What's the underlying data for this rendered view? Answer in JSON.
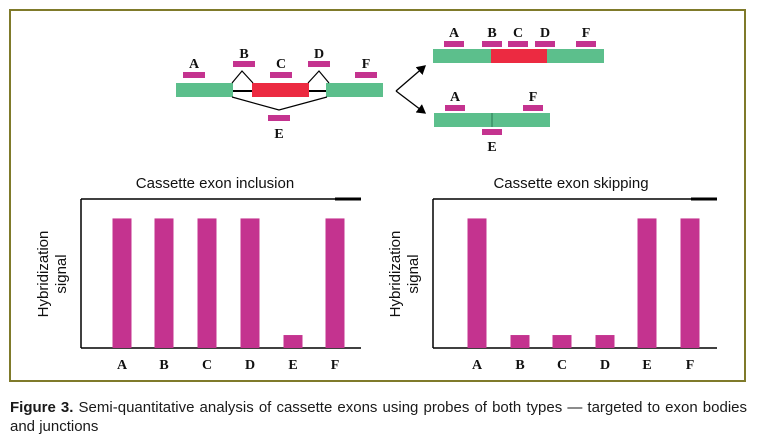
{
  "colors": {
    "exon": "#5cbf8c",
    "cassette_exon": "#ec2a41",
    "probe": "#c4338f",
    "bar": "#c4338f",
    "frame": "#7f7a2a"
  },
  "schematic": {
    "probe_labels": [
      "A",
      "B",
      "C",
      "D",
      "E",
      "F"
    ],
    "inclusion_isoform_labels": [
      "A",
      "B",
      "C",
      "D",
      "F"
    ],
    "skipping_isoform_labels": [
      "A",
      "F",
      "E"
    ]
  },
  "chart_data": [
    {
      "type": "bar",
      "title": "Cassette exon inclusion",
      "ylabel": "Hybridization signal",
      "ylabel_lines": [
        "Hybridization",
        "signal"
      ],
      "categories": [
        "A",
        "B",
        "C",
        "D",
        "E",
        "F"
      ],
      "values": [
        1.0,
        1.0,
        1.0,
        1.0,
        0.1,
        1.0
      ],
      "ylim": [
        0,
        1.15
      ],
      "grid": false
    },
    {
      "type": "bar",
      "title": "Cassette exon skipping",
      "ylabel": "Hybridization signal",
      "ylabel_lines": [
        "Hybridization",
        "signal"
      ],
      "categories": [
        "A",
        "B",
        "C",
        "D",
        "E",
        "F"
      ],
      "values": [
        1.0,
        0.1,
        0.1,
        0.1,
        1.0,
        1.0
      ],
      "ylim": [
        0,
        1.15
      ],
      "grid": false
    }
  ],
  "caption": {
    "label": "Figure 3.",
    "text": " Semi-quantitative analysis of cassette exons using probes of both types — targeted to exon bodies and junctions"
  }
}
